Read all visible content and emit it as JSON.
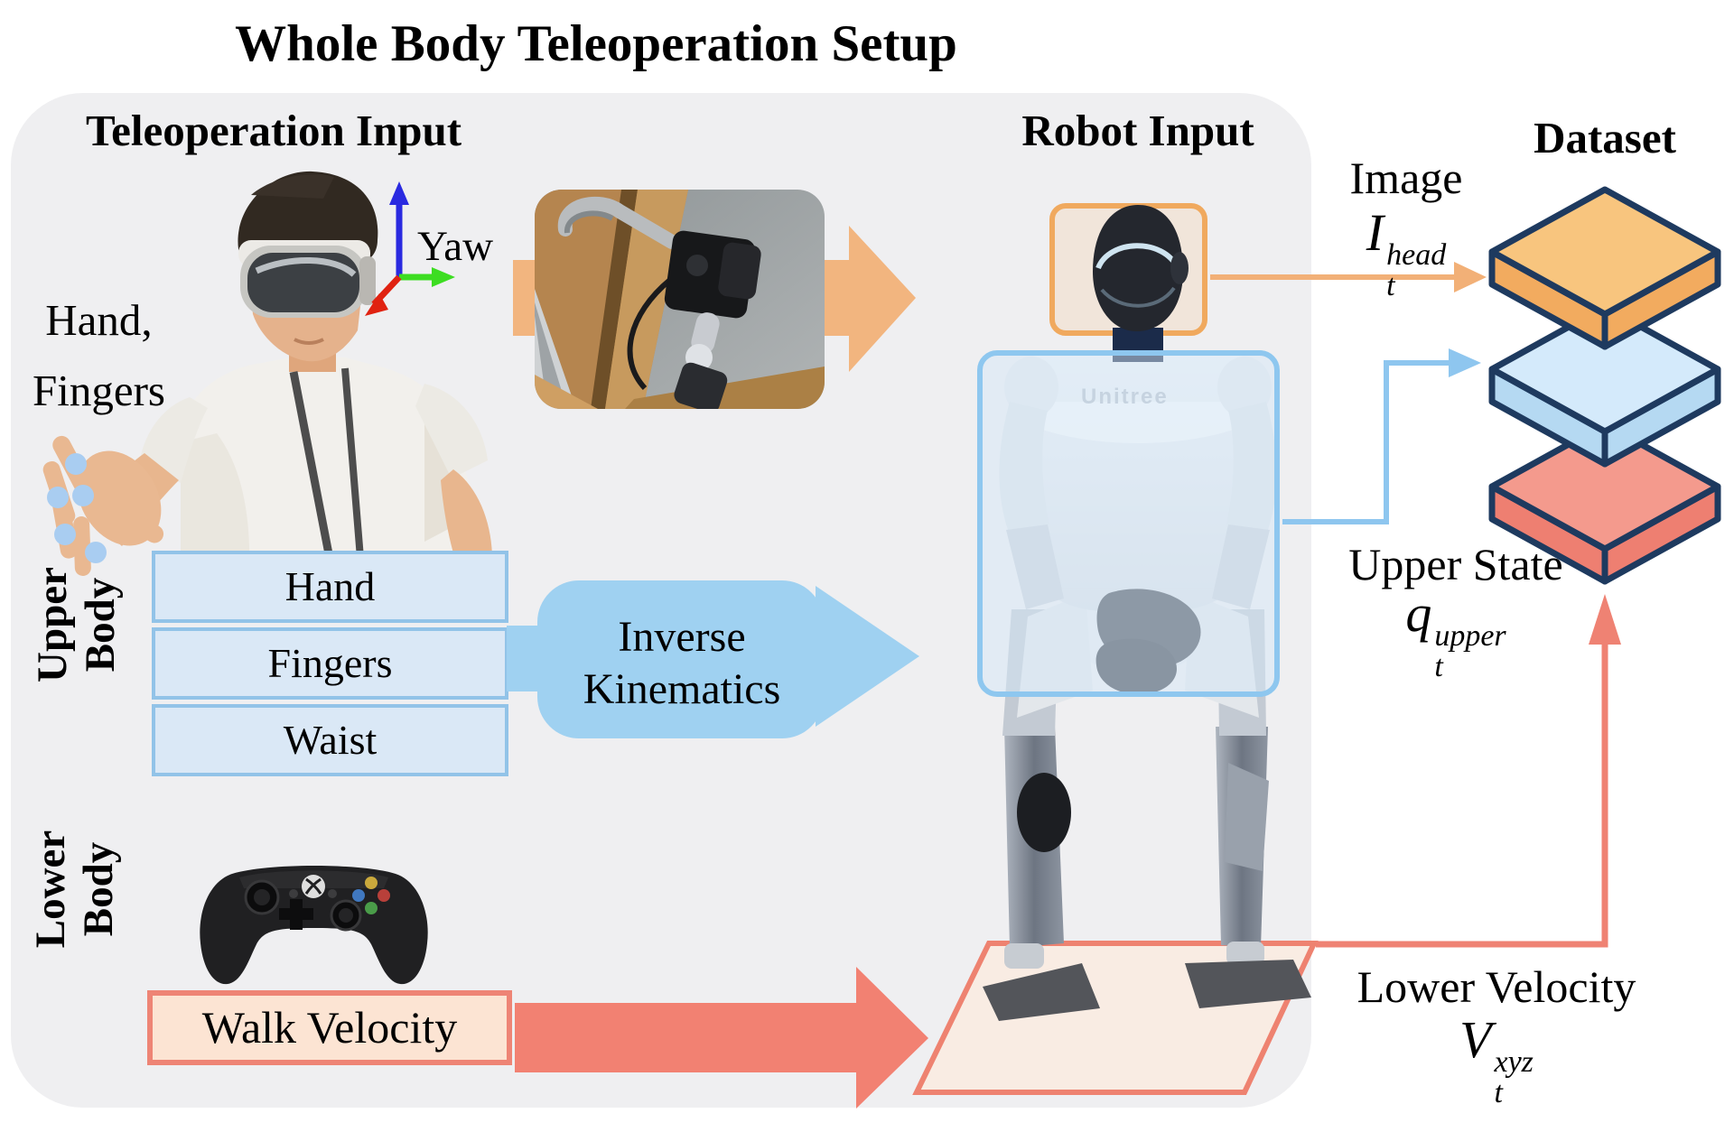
{
  "title": "Whole Body Teleoperation Setup",
  "sections": {
    "teleoperation": "Teleoperation Input",
    "robot": "Robot Input",
    "dataset": "Dataset"
  },
  "left": {
    "hand_fingers_line1": "Hand,",
    "hand_fingers_line2": "Fingers",
    "yaw_label": "Yaw",
    "upper_body_line1": "Upper",
    "upper_body_line2": "Body",
    "lower_body_line1": "Lower",
    "lower_body_line2": "Body",
    "upper_boxes": [
      "Hand",
      "Fingers",
      "Waist"
    ],
    "ik_line1": "Inverse",
    "ik_line2": "Kinematics",
    "walk_velocity": "Walk Velocity"
  },
  "robot": {
    "brand": "Unitree"
  },
  "outputs": {
    "image": {
      "label": "Image",
      "base": "I",
      "sup": "head",
      "sub": "t"
    },
    "upper_state": {
      "label": "Upper State",
      "base": "q",
      "sup": "upper",
      "sub": "t"
    },
    "lower_velocity": {
      "label": "Lower Velocity",
      "base": "V",
      "sup": "xyz",
      "sub": "t"
    }
  },
  "colors": {
    "panel_bg": "#efeff1",
    "input_box_fill": "#dae8f6",
    "input_box_border": "#92c3e8",
    "ik_blue": "#9fd1f1",
    "orange_arrow": "#f2b57f",
    "salmon_arrow": "#f28172",
    "walk_box_border": "#ee8475",
    "walk_box_fill": "#fce4d3",
    "floor_fill": "#f9ece3",
    "floor_border": "#ee8270",
    "head_box_border": "#f0a95e",
    "robot_box_border": "#8ec7ef",
    "dataset_outline": "#1e3a5f",
    "dataset_orange_top": "#f8c57e",
    "dataset_orange_front": "#f2ab5f",
    "dataset_blue_top": "#d4eafb",
    "dataset_blue_front": "#b5d9f2",
    "dataset_red_top": "#f49a8d",
    "dataset_red_front": "#ee7f71",
    "axis_yaw_blue": "#2a2ae0",
    "axis_green": "#3ddd22",
    "axis_red": "#e02211",
    "finger_dot": "#a9cdf1"
  }
}
